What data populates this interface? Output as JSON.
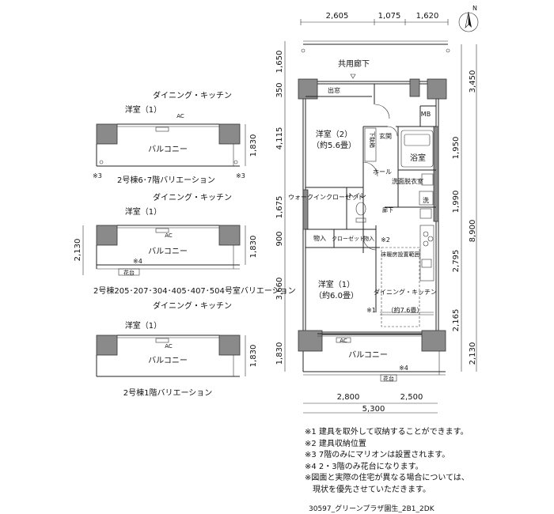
{
  "main_plan": {
    "top_dims": [
      "2,605",
      "1,075",
      "1,620"
    ],
    "left_dims": [
      "1,650",
      "350",
      "4,115",
      "1,675",
      "900",
      "3,660",
      "1,830"
    ],
    "right_dims": [
      "3,450",
      "1,950",
      "1,990",
      "2,795",
      "2,165",
      "2,130"
    ],
    "total_right": "8,900",
    "bottom_dims": [
      "2,800",
      "2,500"
    ],
    "bottom_total": "5,300",
    "corridor": "共用廊下",
    "storage_top": "出窓",
    "mb": "MB",
    "room2": "洋室（2）",
    "room2_size": "（約5.6畳）",
    "entrance": "玄関",
    "shoes": "下駄箱",
    "hall": "ホール",
    "bath": "浴室",
    "washroom": "洗面脱衣室",
    "wash": "洗",
    "wic": "ウォークインクローゼット",
    "toilet": "トイレ",
    "hallway": "廊下",
    "storage": "物入",
    "closet": "クローゼット",
    "storage2": "物入",
    "mark2": "※2",
    "heater": "床暖房設置範囲",
    "room1": "洋室（1）",
    "room1_size": "（約6.0畳）",
    "mark1": "※1",
    "dk": "ダイニング・キッチン",
    "dk_size": "（約7.6畳）",
    "ac": "AC",
    "balcony": "バルコニー",
    "mark4": "※4",
    "planter": "花台"
  },
  "compass": {
    "letter": "N"
  },
  "variations": [
    {
      "caption": "2号棟6･7階バリエーション",
      "dk": "ダイニング・キッチン",
      "room": "洋室（1）",
      "balcony": "バルコニー",
      "ac": "AC",
      "dim": "1,830",
      "mark_left": "※3",
      "mark_right": "※3"
    },
    {
      "caption": "2号棟205･207･304･405･407･504号室バリエーション",
      "dk": "ダイニング・キッチン",
      "room": "洋室（1）",
      "balcony": "バルコニー",
      "ac": "AC",
      "dim": "1,830",
      "dim_outer": "2,130",
      "mark": "※4",
      "planter": "花台"
    },
    {
      "caption": "2号棟1階バリエーション",
      "dk": "ダイニング・キッチン",
      "room": "洋室（1）",
      "balcony": "バルコニー",
      "ac": "AC",
      "dim": "1,830"
    }
  ],
  "notes": [
    "※1 建具を取外して収納することができます。",
    "※2 建具収納位置",
    "※3 7階のみにマリオンは設置されます。",
    "※4 2・3階のみ花台になります。",
    "※図面と実際の住宅が異なる場合については、",
    "　現状を優先させていただきます。"
  ],
  "reference": "30597_グリーンプラザ園生_2B1_2DK"
}
